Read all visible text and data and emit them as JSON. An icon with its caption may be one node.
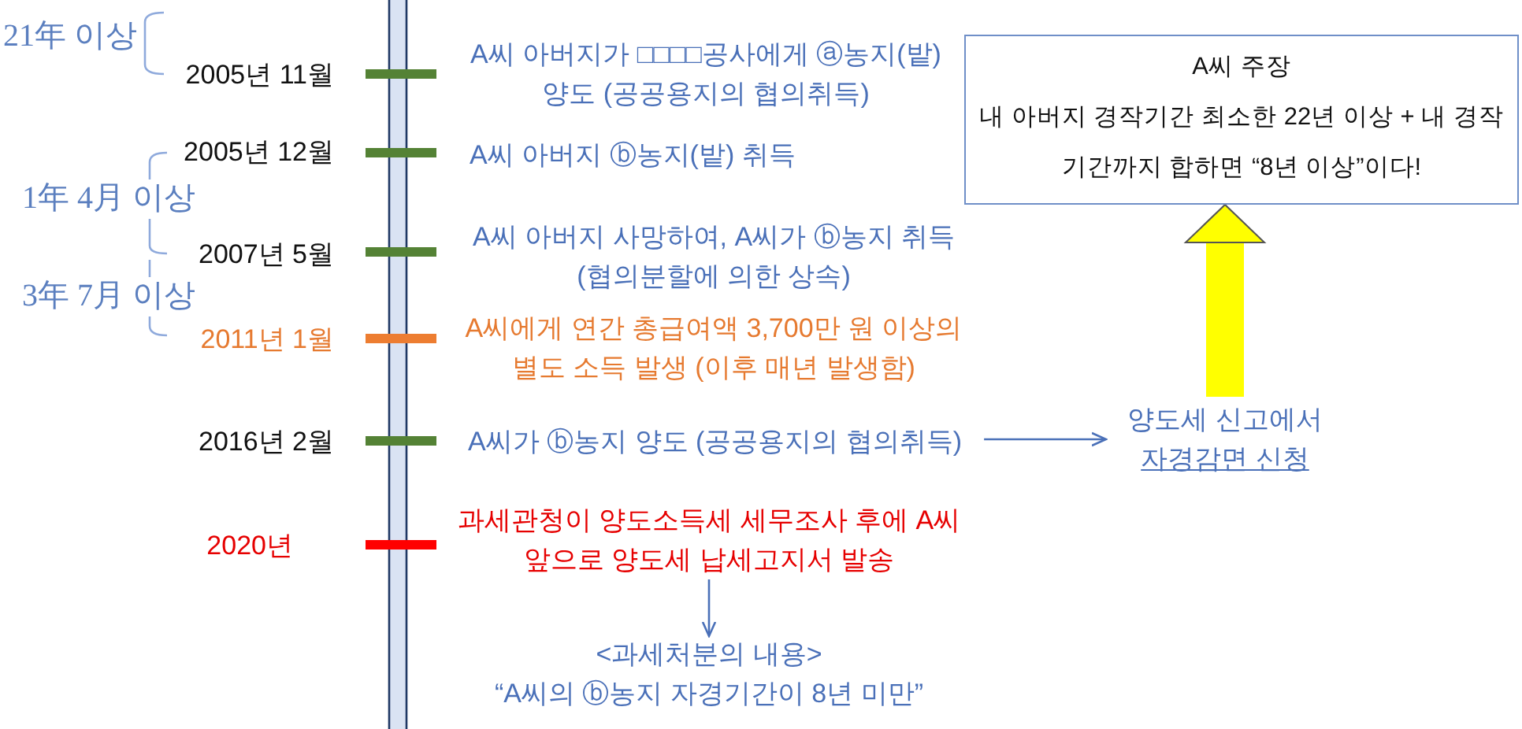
{
  "diagram": {
    "nodes": [
      {
        "text": [
          "A씨 주장",
          "내 아버지 경작기간 최소한 22년 이상 + 내 경작기간까지 합하면 “8년 이상”이다!"
        ]
      },
      {
        "text": [
          "A씨가 ⓑ농지 양도 (공공용지의 협의취득)"
        ]
      },
      {
        "text": [
          "양도세 신고에서",
          "자경감면 신청"
        ]
      },
      {
        "text": [
          "과세관청이 양도소득세 세무조사 후에 A씨 앞으로 양도세 납세고지서 발송"
        ]
      },
      {
        "text": [
          "<과세처분의 내용>",
          "“A씨의 ⓑ농지 자경기간이 8년 미만”"
        ]
      }
    ],
    "edges": [
      {
        "from": 1,
        "to": 2,
        "arrow": "to"
      },
      {
        "from": 2,
        "to": 0,
        "arrow": "to",
        "style": "thick",
        "color": "#ffff00"
      },
      {
        "from": 3,
        "to": 4,
        "arrow": "to"
      }
    ],
    "labels": [
      "21年 이상",
      "2005년 11월",
      "A씨 아버지가 □□□□공사에게 ⓐ농지(밭) 양도 (공공용지의 협의취득)",
      "2005년 12월",
      "A씨 아버지 ⓑ농지(밭) 취득",
      "1年 4月 이상",
      "2007년 5월",
      "A씨 아버지 사망하여, A씨가 ⓑ농지 취득 (협의분할에 의한 상속)",
      "3年 7月 이상",
      "2011년 1월",
      "A씨에게 연간 총급여액 3,700만 원 이상의 별도 소득 발생 (이후 매년 발생함)",
      "2016년 2월",
      "2020년"
    ]
  }
}
